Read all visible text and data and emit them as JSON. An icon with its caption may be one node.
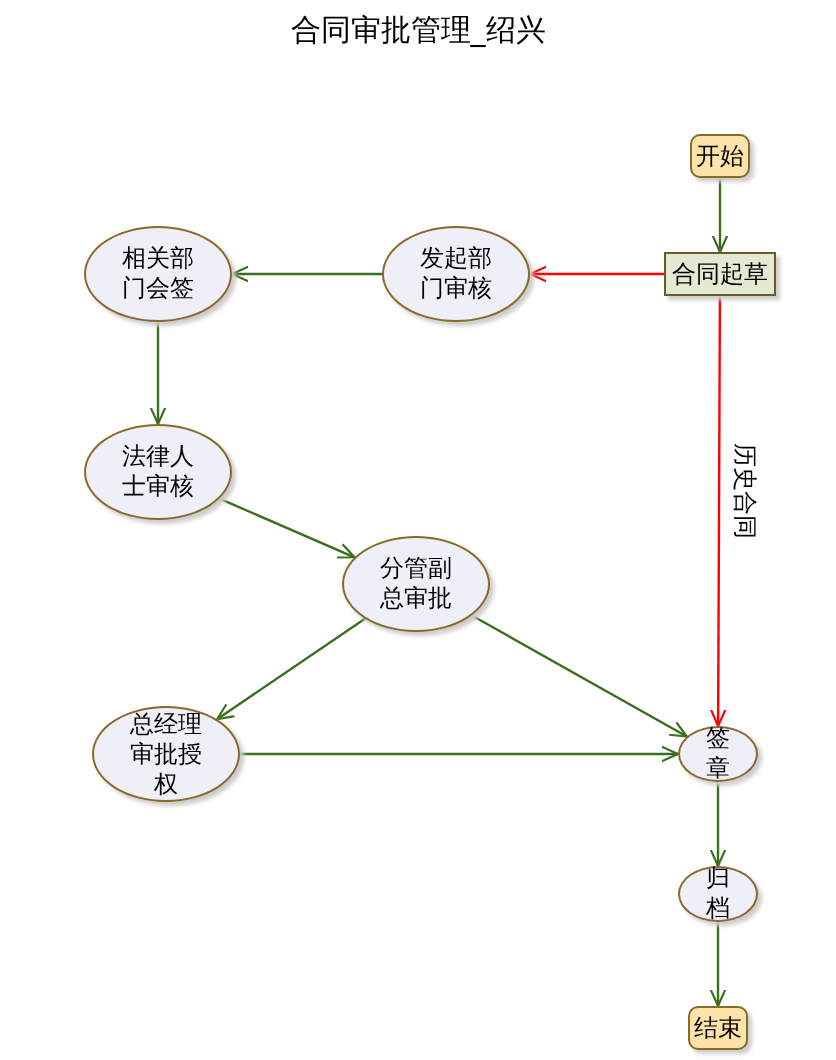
{
  "diagram": {
    "title": "合同审批管理_绍兴",
    "nodes": [
      {
        "text": [
          "开始"
        ]
      },
      {
        "text": [
          "合同起草"
        ]
      },
      {
        "text": [
          "发起部门审核"
        ]
      },
      {
        "text": [
          "相关部门会签"
        ]
      },
      {
        "text": [
          "法律人士审核"
        ]
      },
      {
        "text": [
          "分管副总审批"
        ]
      },
      {
        "text": [
          "总经理审批授权"
        ]
      },
      {
        "text": [
          "签章"
        ]
      },
      {
        "text": [
          "归档"
        ]
      },
      {
        "text": [
          "结束"
        ]
      }
    ],
    "edges": [
      {
        "from": 0,
        "to": 1,
        "arrow": "to"
      },
      {
        "from": 1,
        "to": 2,
        "arrow": "to",
        "color": "#ff0000"
      },
      {
        "from": 2,
        "to": 3,
        "arrow": "to"
      },
      {
        "from": 3,
        "to": 4,
        "arrow": "to"
      },
      {
        "from": 4,
        "to": 5,
        "arrow": "to"
      },
      {
        "from": 5,
        "to": 6,
        "arrow": "to"
      },
      {
        "from": 5,
        "to": 7,
        "arrow": "to"
      },
      {
        "from": 6,
        "to": 7,
        "arrow": "to"
      },
      {
        "from": 1,
        "to": 7,
        "arrow": "to",
        "label": "历史合同",
        "color": "#ff0000"
      },
      {
        "from": 7,
        "to": 8,
        "arrow": "to"
      },
      {
        "from": 8,
        "to": 9,
        "arrow": "to"
      }
    ]
  }
}
